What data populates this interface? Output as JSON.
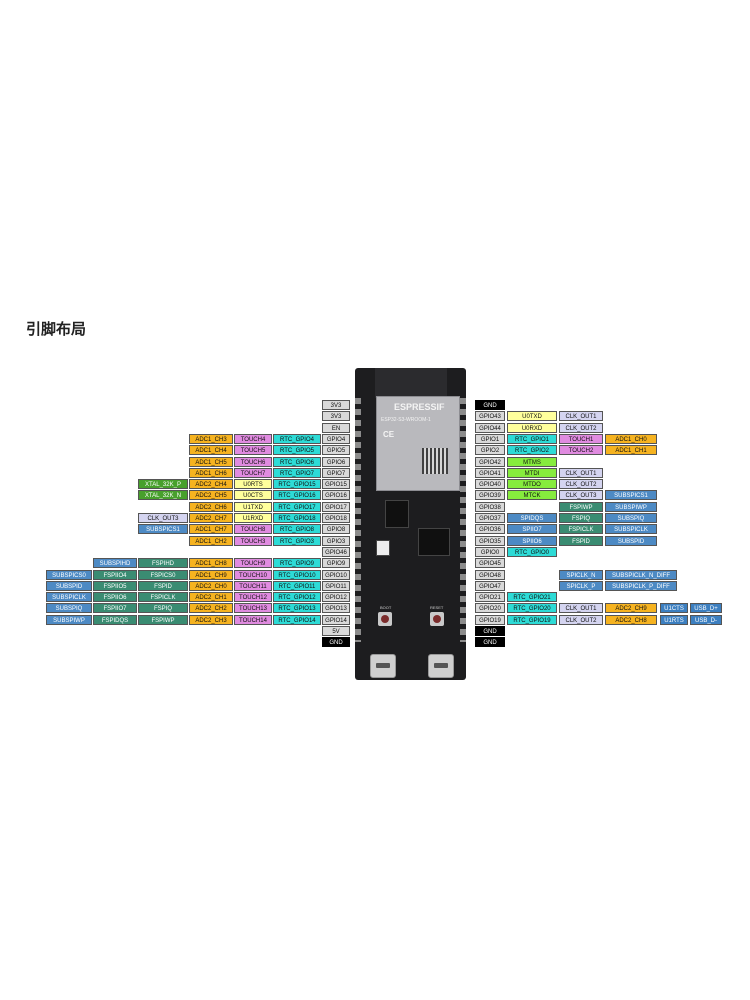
{
  "page": {
    "title": "引脚布局"
  },
  "board": {
    "brand": "ESPRESSIF",
    "model": "ESP32-S3-WROOM-1",
    "mark": "CE",
    "button_boot": "BOOT",
    "button_reset": "RESET"
  },
  "colors": {
    "power": "#d9d9d9",
    "gnd": "#000000",
    "gpio": "#d9d9d9",
    "adc": "#f6b320",
    "touch": "#e08be0",
    "rtc": "#2ddbd6",
    "uart": "#ffff9c",
    "xtal": "#48a02c",
    "clk": "#d4d4f0",
    "spi": "#4d8ac4",
    "fspi": "#3a8c72",
    "jtag": "#86ec3d",
    "usb": "#3c7fc0"
  },
  "left_rows": [
    [
      "3V3"
    ],
    [
      "3V3"
    ],
    [
      "EN"
    ],
    [
      "GPIO4",
      "RTC_GPIO4",
      "TOUCH4",
      "ADC1_CH3"
    ],
    [
      "GPIO5",
      "RTC_GPIO5",
      "TOUCH5",
      "ADC1_CH4"
    ],
    [
      "GPIO6",
      "RTC_GPIO6",
      "TOUCH6",
      "ADC1_CH5"
    ],
    [
      "GPIO7",
      "RTC_GPIO7",
      "TOUCH7",
      "ADC1_CH6"
    ],
    [
      "GPIO15",
      "RTC_GPIO15",
      "U0RTS",
      "ADC2_CH4",
      "XTAL_32K_P"
    ],
    [
      "GPIO16",
      "RTC_GPIO16",
      "U0CTS",
      "ADC2_CH5",
      "XTAL_32K_N"
    ],
    [
      "GPIO17",
      "RTC_GPIO17",
      "U1TXD",
      "ADC2_CH6"
    ],
    [
      "GPIO18",
      "RTC_GPIO18",
      "U1RXD",
      "ADC2_CH7",
      "CLK_OUT3"
    ],
    [
      "GPIO8",
      "RTC_GPIO8",
      "TOUCH8",
      "ADC1_CH7",
      "SUBSPICS1"
    ],
    [
      "GPIO3",
      "RTC_GPIO3",
      "TOUCH3",
      "ADC1_CH2"
    ],
    [
      "GPIO46"
    ],
    [
      "GPIO9",
      "RTC_GPIO9",
      "TOUCH9",
      "ADC1_CH8",
      "FSPIHD",
      "SUBSPIHD"
    ],
    [
      "GPIO10",
      "RTC_GPIO10",
      "TOUCH10",
      "ADC1_CH9",
      "FSPICS0",
      "FSPIIO4",
      "SUBSPICS0"
    ],
    [
      "GPIO11",
      "RTC_GPIO11",
      "TOUCH11",
      "ADC2_CH0",
      "FSPID",
      "FSPIIO5",
      "SUBSPID"
    ],
    [
      "GPIO12",
      "RTC_GPIO12",
      "TOUCH12",
      "ADC2_CH1",
      "FSPICLK",
      "FSPIIO6",
      "SUBSPICLK"
    ],
    [
      "GPIO13",
      "RTC_GPIO13",
      "TOUCH13",
      "ADC2_CH2",
      "FSPIQ",
      "FSPIIO7",
      "SUBSPIQ"
    ],
    [
      "GPIO14",
      "RTC_GPIO14",
      "TOUCH14",
      "ADC2_CH3",
      "FSPIWP",
      "FSPIDQS",
      "SUBSPIWP"
    ],
    [
      "5V"
    ],
    [
      "GND"
    ]
  ],
  "right_rows": [
    [
      "GND"
    ],
    [
      "GPIO43",
      "U0TXD",
      "CLK_OUT1"
    ],
    [
      "GPIO44",
      "U0RXD",
      "CLK_OUT2"
    ],
    [
      "GPIO1",
      "RTC_GPIO1",
      "TOUCH1",
      "ADC1_CH0"
    ],
    [
      "GPIO2",
      "RTC_GPIO2",
      "TOUCH2",
      "ADC1_CH1"
    ],
    [
      "GPIO42",
      "MTMS"
    ],
    [
      "GPIO41",
      "MTDI",
      "CLK_OUT1"
    ],
    [
      "GPIO40",
      "MTDO",
      "CLK_OUT2"
    ],
    [
      "GPIO39",
      "MTCK",
      "CLK_OUT3",
      "SUBSPICS1"
    ],
    [
      "GPIO38",
      "",
      "FSPIWP",
      "SUBSPIWP"
    ],
    [
      "GPIO37",
      "SPIDQS",
      "FSPIQ",
      "SUBSPIQ"
    ],
    [
      "GPIO36",
      "SPIIO7",
      "FSPICLK",
      "SUBSPICLK"
    ],
    [
      "GPIO35",
      "SPIIO6",
      "FSPID",
      "SUBSPID"
    ],
    [
      "GPIO0",
      "RTC_GPIO0"
    ],
    [
      "GPIO45"
    ],
    [
      "GPIO48",
      "",
      "SPICLK_N",
      "SUBSPICLK_N_DIFF"
    ],
    [
      "GPIO47",
      "",
      "SPICLK_P",
      "SUBSPICLK_P_DIFF"
    ],
    [
      "GPIO21",
      "RTC_GPIO21"
    ],
    [
      "GPIO20",
      "RTC_GPIO20",
      "CLK_OUT1",
      "ADC2_CH9",
      "U1CTS",
      "USB_D+"
    ],
    [
      "GPIO19",
      "RTC_GPIO19",
      "CLK_OUT2",
      "ADC2_CH8",
      "U1RTS",
      "USB_D-"
    ],
    [
      "GND"
    ],
    [
      "GND"
    ]
  ]
}
